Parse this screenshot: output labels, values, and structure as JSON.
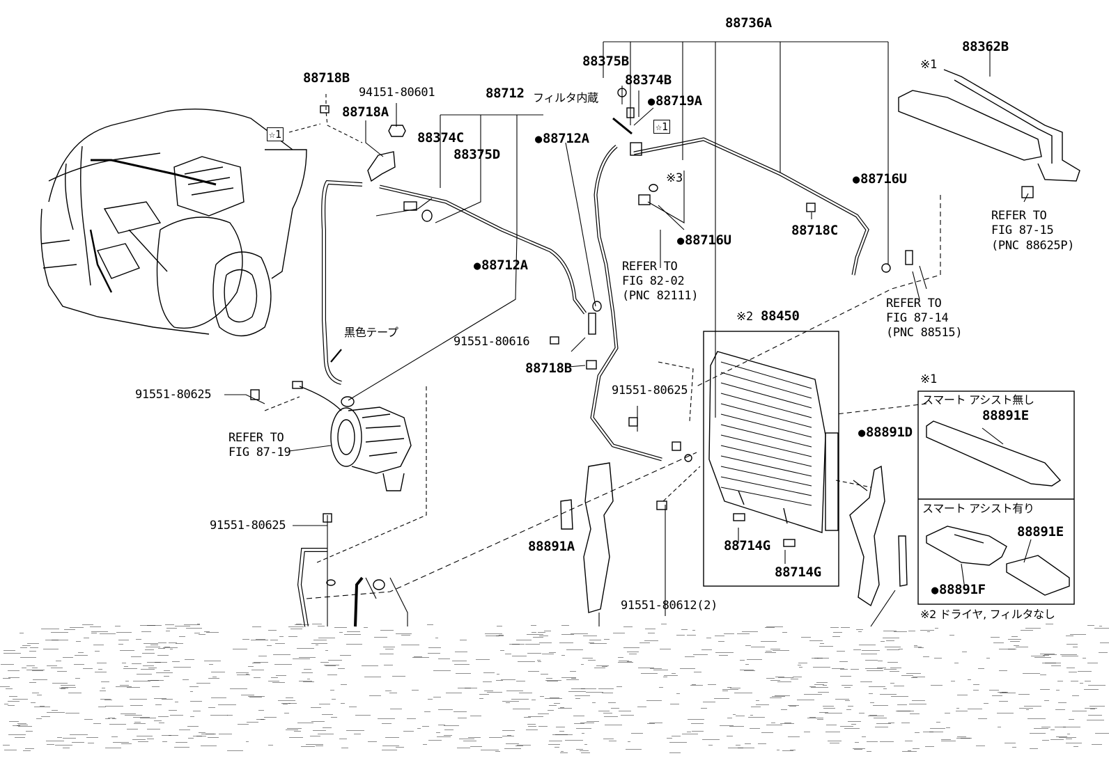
{
  "labels": {
    "p88736A": "88736A",
    "p88362B": "88362B",
    "p88375B": "88375B",
    "p88374B": "88374B",
    "p88719A": "88719A",
    "filter_note": "フィルタ内蔵",
    "p88718B_top": "88718B",
    "p94151": "94151-80601",
    "p88718A": "88718A",
    "p88712": "88712",
    "p88374C": "88374C",
    "p88375D": "88375D",
    "p88712A_1": "88712A",
    "p88712A_2": "88712A",
    "p88716U_1": "88716U",
    "p88716U_2": "88716U",
    "p88718C": "88718C",
    "ref_87_15_a": "REFER TO",
    "ref_87_15_b": "FIG 87-15",
    "ref_87_15_c": "(PNC 88625P)",
    "ref_82_02_a": "REFER TO",
    "ref_82_02_b": "FIG 82-02",
    "ref_82_02_c": "(PNC 82111)",
    "ref_87_14_a": "REFER TO",
    "ref_87_14_b": "FIG 87-14",
    "ref_87_14_c": "(PNC 88515)",
    "black_tape": "黒色テープ",
    "p91551_80616": "91551-80616",
    "p88718B_mid": "88718B",
    "p88450": "88450",
    "p88450_mark": "※2",
    "p91551_80625_a": "91551-80625",
    "p91551_80625_b": "91551-80625",
    "p91551_80625_c": "91551-80625",
    "ref_87_19_a": "REFER TO",
    "ref_87_19_b": "FIG 87-19",
    "p88891D": "88891D",
    "p88891A": "88891A",
    "p88714G_a": "88714G",
    "p88714G_b": "88714G",
    "p91551_80612": "91551-80612(2)",
    "mark1_top": "※1",
    "mark3": "※3",
    "mark1_box": "※1",
    "smart_none": "スマート アシスト無し",
    "p88891E_a": "88891E",
    "smart_with": "スマート アシスト有り",
    "p88891E_b": "88891E",
    "p88891F": "88891F",
    "note2": "※2 ドライヤ, フィルタなし",
    "star1": "☆1"
  }
}
